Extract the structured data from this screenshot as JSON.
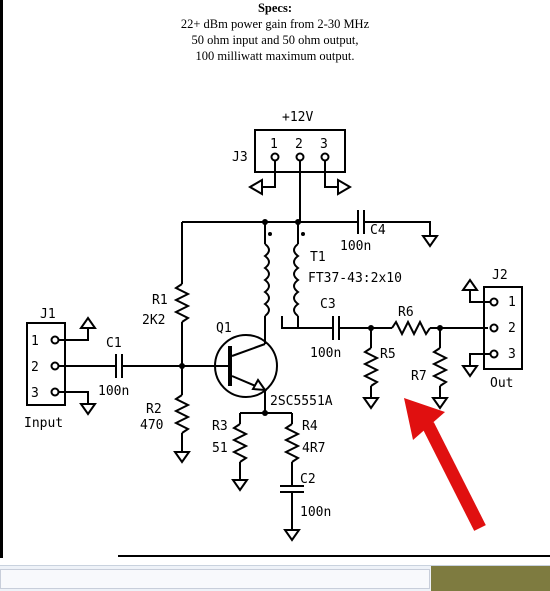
{
  "specs": {
    "title": "Specs:",
    "lines": [
      "22+ dBm power gain from 2-30 MHz",
      "50 ohm input and 50 ohm output,",
      "100 milliwatt maximum output."
    ]
  },
  "labels": {
    "supply": "+12V",
    "j3": "J3",
    "j3_pins": [
      "1",
      "2",
      "3"
    ],
    "j1": "J1",
    "j1_pins": [
      "1",
      "2",
      "3"
    ],
    "input": "Input",
    "j2": "J2",
    "j2_pins": [
      "1",
      "2",
      "3"
    ],
    "out": "Out",
    "c1": "C1",
    "c1_val": "100n",
    "c2": "C2",
    "c2_val": "100n",
    "c3": "C3",
    "c3_val": "100n",
    "c4": "C4",
    "c4_val": "100n",
    "r1": "R1",
    "r1_val": "2K2",
    "r2": "R2",
    "r2_val": "470",
    "r3": "R3",
    "r3_val": "51",
    "r4": "R4",
    "r4_val": "4R7",
    "r5": "R5",
    "r6": "R6",
    "r7": "R7",
    "q1": "Q1",
    "q1_val": "2SC5551A",
    "t1": "T1",
    "t1_val": "FT37-43:2x10"
  },
  "colors": {
    "wire": "#000000",
    "arrow": "#e01010",
    "status_accent": "#7e7b40"
  }
}
